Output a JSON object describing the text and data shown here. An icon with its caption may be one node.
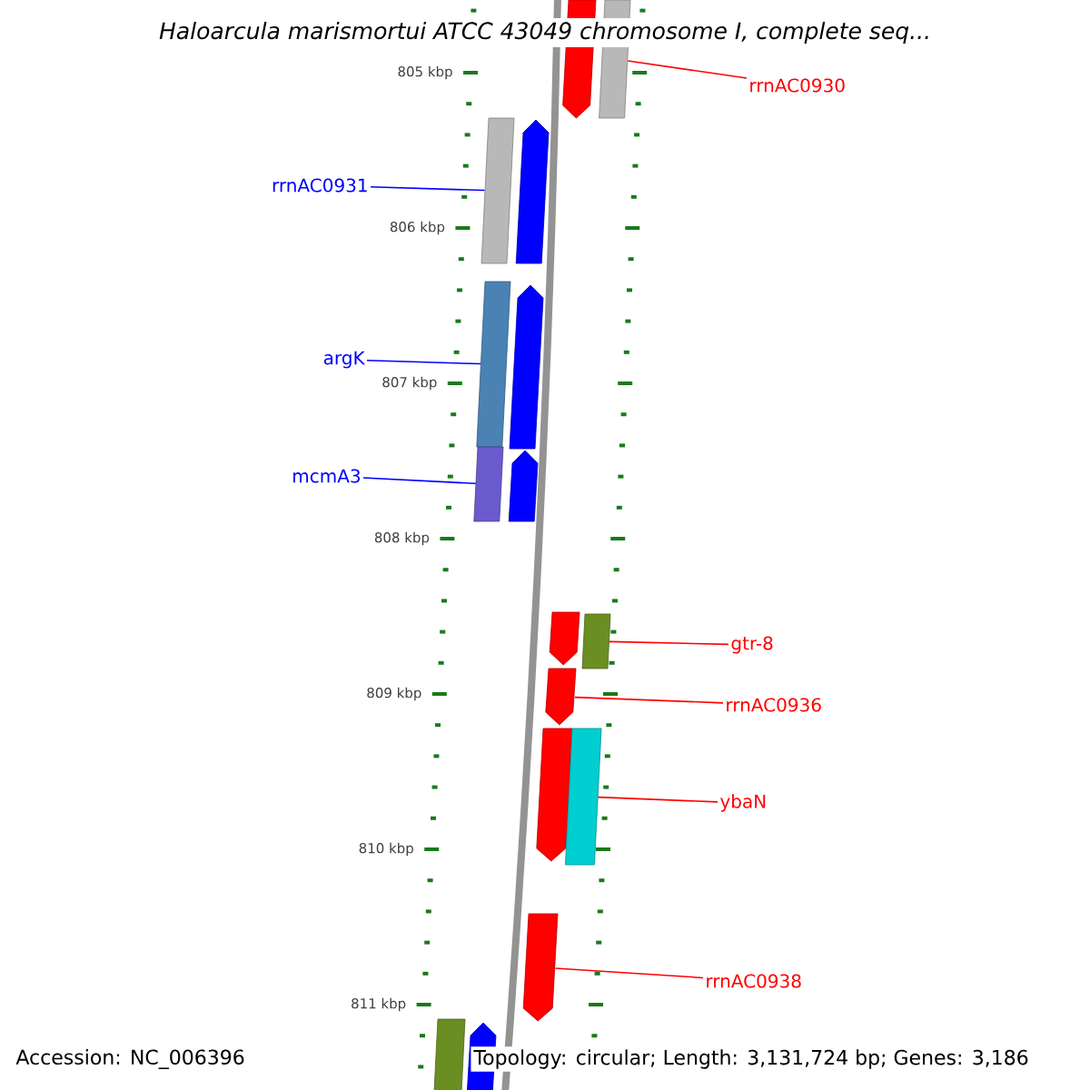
{
  "diagram": {
    "title": "Haloarcula marismortui ATCC 43049 chromosome I, complete seq...",
    "nodes": [
      {
        "text": [
          "rrnAC0930"
        ]
      },
      {
        "text": [],
        "shape": "arrow"
      },
      {
        "text": [],
        "shape": "bar"
      },
      {
        "text": [
          "rrnAC0931"
        ]
      },
      {
        "text": [],
        "shape": "bar"
      },
      {
        "text": [],
        "shape": "arrow"
      },
      {
        "text": [
          "argK"
        ]
      },
      {
        "text": [],
        "shape": "bar"
      },
      {
        "text": [],
        "shape": "arrow"
      },
      {
        "text": [
          "mcmA3"
        ]
      },
      {
        "text": [],
        "shape": "bar"
      },
      {
        "text": [],
        "shape": "arrow"
      },
      {
        "text": [],
        "shape": "arrow"
      },
      {
        "text": [],
        "shape": "bar"
      },
      {
        "text": [
          "gtr-8"
        ]
      },
      {
        "text": [],
        "shape": "arrow"
      },
      {
        "text": [
          "rrnAC0936"
        ]
      },
      {
        "text": [],
        "shape": "arrow"
      },
      {
        "text": [],
        "shape": "bar"
      },
      {
        "text": [
          "ybaN"
        ]
      },
      {
        "text": [],
        "shape": "arrow"
      },
      {
        "text": [
          "rrnAC0938"
        ]
      },
      {
        "text": [],
        "shape": "bar"
      },
      {
        "text": [],
        "shape": "arrow"
      }
    ],
    "edges": [
      {
        "from": 0,
        "to": 2,
        "arrow": "none"
      },
      {
        "from": 3,
        "to": 4,
        "arrow": "none",
        "color": "#0000ff"
      },
      {
        "from": 6,
        "to": 7,
        "arrow": "none",
        "color": "#0000ff"
      },
      {
        "from": 9,
        "to": 10,
        "arrow": "none",
        "color": "#0000ff"
      },
      {
        "from": 14,
        "to": 13,
        "arrow": "none"
      },
      {
        "from": 16,
        "to": 15,
        "arrow": "none"
      },
      {
        "from": 19,
        "to": 18,
        "arrow": "none"
      },
      {
        "from": 21,
        "to": 20,
        "arrow": "none"
      }
    ],
    "labels": [
      "805 kbp",
      "806 kbp",
      "807 kbp",
      "808 kbp",
      "809 kbp",
      "810 kbp",
      "811 kbp",
      "Accession: NC_006396",
      "Topology: circular; Length: 3,131,724 bp; Genes: 3,186"
    ]
  }
}
